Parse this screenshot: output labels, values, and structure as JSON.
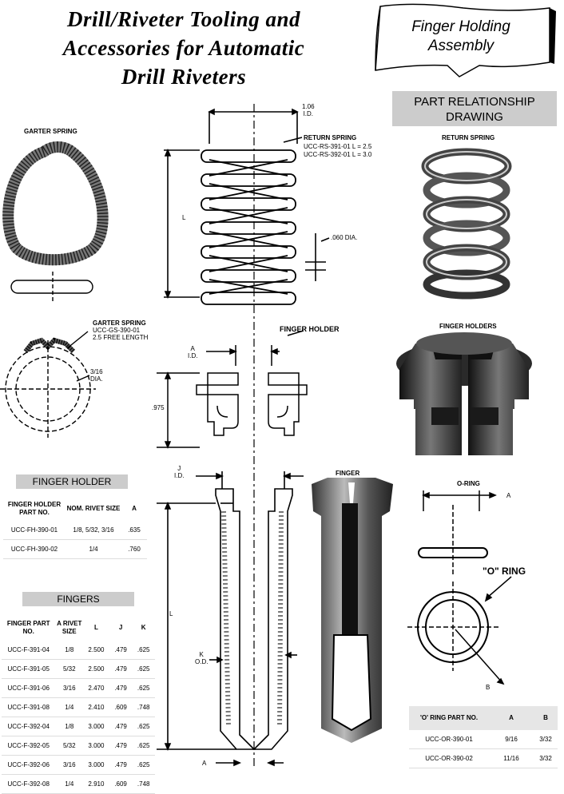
{
  "title": {
    "line1": "Drill/Riveter Tooling and",
    "line2": "Accessories for Automatic",
    "line3": "Drill Riveters"
  },
  "banner": {
    "line1": "Finger Holding",
    "line2": "Assembly"
  },
  "part_relationship": {
    "line1": "PART RELATIONSHIP",
    "line2": "DRAWING"
  },
  "labels": {
    "garter_spring": "GARTER SPRING",
    "return_spring_right": "RETURN SPRING",
    "finger_holders_right": "FINGER HOLDERS",
    "finger": "FINGER",
    "o_ring_top": "O-RING",
    "o_ring_big": "\"O\" RING",
    "finger_holder": "FINGER HOLDER"
  },
  "dims": {
    "id_106": "1.06",
    "id_106_sub": "I.D.",
    "return_spring_title": "RETURN SPRING",
    "rs1": "UCC-RS-391-01  L = 2.5",
    "rs2": "UCC-RS-392-01  L = 3.0",
    "L1": "L",
    "dia_060": ".060 DIA.",
    "gs_title": "GARTER SPRING",
    "gs_part": "UCC-GS-390-01",
    "gs_len": "2.5 FREE LENGTH",
    "gs_dia1": "3/16",
    "gs_dia2": "DIA.",
    "fh_A": "A",
    "fh_ID": "I.D.",
    "fh_975": ".975",
    "J": "J",
    "J_ID": "I.D.",
    "L2": "L",
    "K": "K",
    "K_OD": "O.D.",
    "A_bottom": "A",
    "A_oring": "A",
    "B_oring": "B"
  },
  "finger_holder_table": {
    "heading": "FINGER HOLDER",
    "columns": [
      "FINGER HOLDER PART NO.",
      "NOM. RIVET SIZE",
      "A"
    ],
    "rows": [
      [
        "UCC-FH-390-01",
        "1/8, 5/32, 3/16",
        ".635"
      ],
      [
        "UCC-FH-390-02",
        "1/4",
        ".760"
      ]
    ]
  },
  "fingers_table": {
    "heading": "FINGERS",
    "columns": [
      "FINGER PART NO.",
      "A RIVET SIZE",
      "L",
      "J",
      "K"
    ],
    "rows": [
      [
        "UCC-F-391-04",
        "1/8",
        "2.500",
        ".479",
        ".625"
      ],
      [
        "UCC-F-391-05",
        "5/32",
        "2.500",
        ".479",
        ".625"
      ],
      [
        "UCC-F-391-06",
        "3/16",
        "2.470",
        ".479",
        ".625"
      ],
      [
        "UCC-F-391-08",
        "1/4",
        "2.410",
        ".609",
        ".748"
      ],
      [
        "UCC-F-392-04",
        "1/8",
        "3.000",
        ".479",
        ".625"
      ],
      [
        "UCC-F-392-05",
        "5/32",
        "3.000",
        ".479",
        ".625"
      ],
      [
        "UCC-F-392-06",
        "3/16",
        "3.000",
        ".479",
        ".625"
      ],
      [
        "UCC-F-392-08",
        "1/4",
        "2.910",
        ".609",
        ".748"
      ]
    ]
  },
  "oring_table": {
    "columns": [
      "'O' RING PART NO.",
      "A",
      "B"
    ],
    "rows": [
      [
        "UCC-OR-390-01",
        "9/16",
        "3/32"
      ],
      [
        "UCC-OR-390-02",
        "11/16",
        "3/32"
      ]
    ]
  }
}
